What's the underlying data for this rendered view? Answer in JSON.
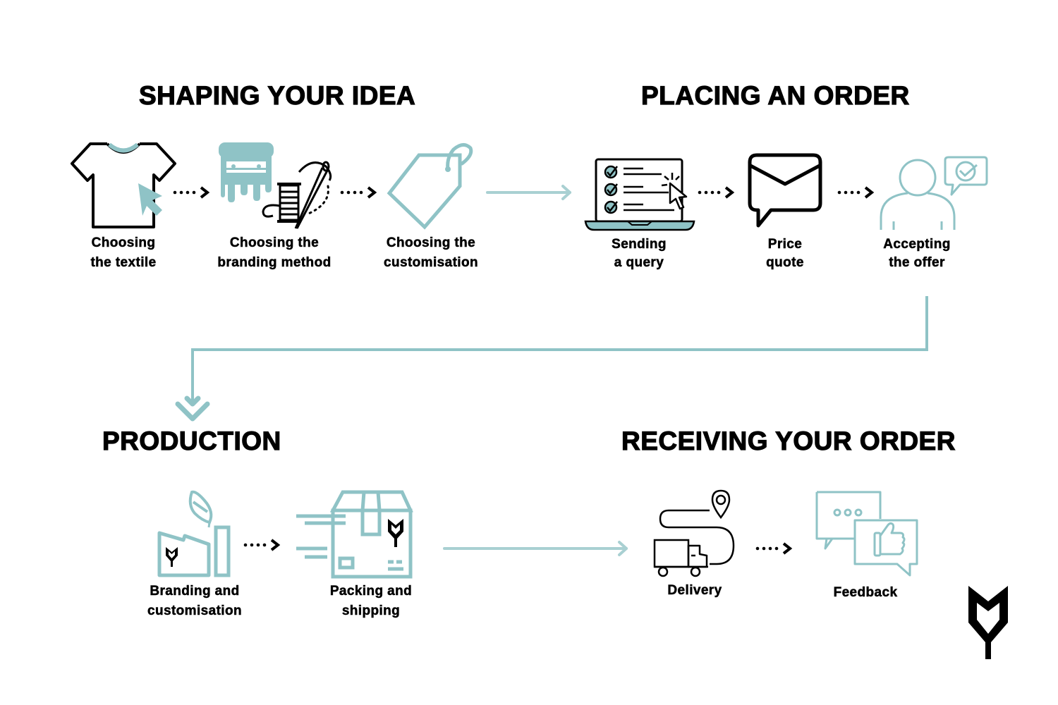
{
  "colors": {
    "accent": "#8FC3C6",
    "accent_light": "#A9D0D2",
    "ink": "#000000",
    "background": "#FFFFFF"
  },
  "sections": [
    {
      "title": "SHAPING YOUR IDEA",
      "steps": [
        {
          "icon": "t-shirt-cursor-icon",
          "label_lines": [
            "Choosing",
            "the textile"
          ]
        },
        {
          "icon": "screen-print-and-sewing-icon",
          "label_lines": [
            "Choosing the",
            "branding method"
          ]
        },
        {
          "icon": "price-tag-icon",
          "label_lines": [
            "Choosing the",
            "customisation"
          ]
        }
      ]
    },
    {
      "title": "PLACING AN ORDER",
      "steps": [
        {
          "icon": "laptop-checklist-icon",
          "label_lines": [
            "Sending",
            "a query"
          ]
        },
        {
          "icon": "envelope-message-icon",
          "label_lines": [
            "Price",
            "quote"
          ]
        },
        {
          "icon": "person-approval-icon",
          "label_lines": [
            "Accepting",
            "the offer"
          ]
        }
      ]
    },
    {
      "title": "PRODUCTION",
      "steps": [
        {
          "icon": "factory-leaf-icon",
          "label_lines": [
            "Branding and",
            "customisation"
          ]
        },
        {
          "icon": "shipping-box-icon",
          "label_lines": [
            "Packing and",
            "shipping"
          ]
        }
      ]
    },
    {
      "title": "RECEIVING YOUR ORDER",
      "steps": [
        {
          "icon": "delivery-truck-route-icon",
          "label_lines": [
            "Delivery"
          ]
        },
        {
          "icon": "feedback-bubbles-icon",
          "label_lines": [
            "Feedback"
          ]
        }
      ]
    }
  ],
  "logo": {
    "icon": "brand-logo-icon"
  }
}
